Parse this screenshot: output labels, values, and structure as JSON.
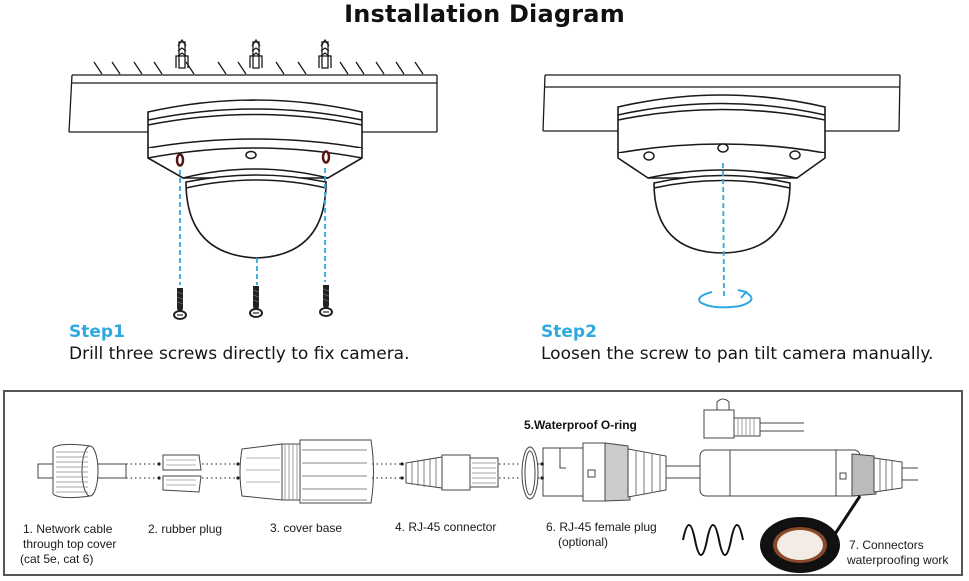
{
  "title": "Installation Diagram",
  "steps": [
    {
      "label": "Step1",
      "description": "Drill three screws directly to fix camera."
    },
    {
      "label": "Step2",
      "description": "Loosen the screw to pan tilt camera manually."
    }
  ],
  "colors": {
    "accent": "#2fa9de",
    "guide_line": "#2fa9de",
    "screw_hole": "#5a1414",
    "line_art": "#1a1a1a",
    "box_border": "#555555"
  },
  "waterproof_parts": {
    "heading": "5.Waterproof O-ring",
    "items": [
      {
        "lines": [
          "1. Network cable",
          "through top cover",
          "(cat 5e, cat 6)"
        ]
      },
      {
        "lines": [
          "2. rubber plug"
        ]
      },
      {
        "lines": [
          "3. cover base"
        ]
      },
      {
        "lines": [
          "4. RJ-45 connector"
        ]
      },
      {
        "lines": [
          "6. RJ-45 female plug",
          "(optional)"
        ]
      },
      {
        "lines": [
          "7. Connectors",
          "waterproofing work"
        ]
      }
    ]
  },
  "icons": [
    "wall-plug-icon",
    "screw-icon",
    "rotate-arrow-icon",
    "dome-camera-icon",
    "electrical-tape-icon"
  ]
}
